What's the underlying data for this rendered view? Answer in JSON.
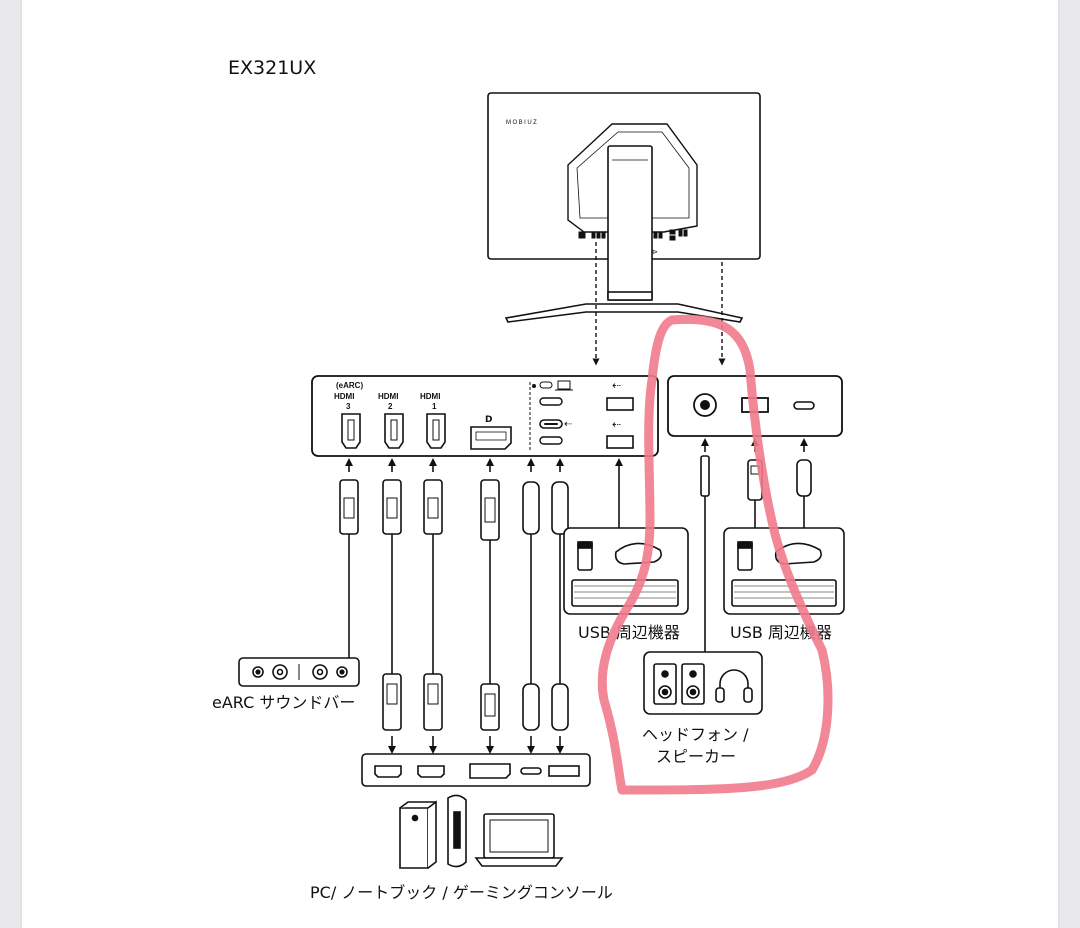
{
  "title": "EX321UX",
  "monitor_brand": "MOBIUZ",
  "hdmi_ports": [
    {
      "name": "HDMI",
      "number": "3",
      "tag": "(eARC)"
    },
    {
      "name": "HDMI",
      "number": "2"
    },
    {
      "name": "HDMI",
      "number": "1"
    }
  ],
  "labels": {
    "usb_peripherals_left": "USB 周辺機器",
    "usb_peripherals_right": "USB 周辺機器",
    "earc_soundbar": "eARC サウンドバー",
    "headphones_speakers_line1": "ヘッドフォン /",
    "headphones_speakers_line2": "スピーカー",
    "sources": "PC/ ノートブック / ゲーミングコンソール"
  },
  "colors": {
    "highlight": "#f07a8c",
    "line": "#111111"
  }
}
